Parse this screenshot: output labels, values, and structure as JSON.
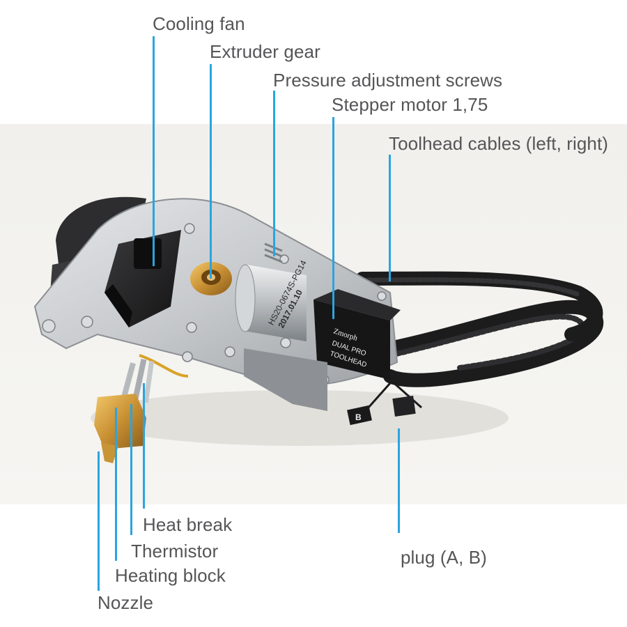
{
  "labels": {
    "cooling_fan": "Cooling fan",
    "extruder_gear": "Extruder gear",
    "pressure_screws": "Pressure adjustment screws",
    "stepper_motor": "Stepper motor 1,75",
    "toolhead_cables": "Toolhead cables (left, right)",
    "heat_break": "Heat break",
    "thermistor": "Thermistor",
    "heating_block": "Heating block",
    "nozzle": "Nozzle",
    "plug": "plug (A, B)"
  },
  "motor_print": {
    "model": "HS20-0674S-PG14",
    "date": "2017.01.10"
  },
  "badge": {
    "brand": "Zmorph",
    "line1": "DUAL PRO",
    "line2": "TOOLHEAD"
  },
  "plug_tag": "B",
  "colors": {
    "leader": "#2ba4e0",
    "label_text": "#555558",
    "background": "#f3f2ee"
  }
}
